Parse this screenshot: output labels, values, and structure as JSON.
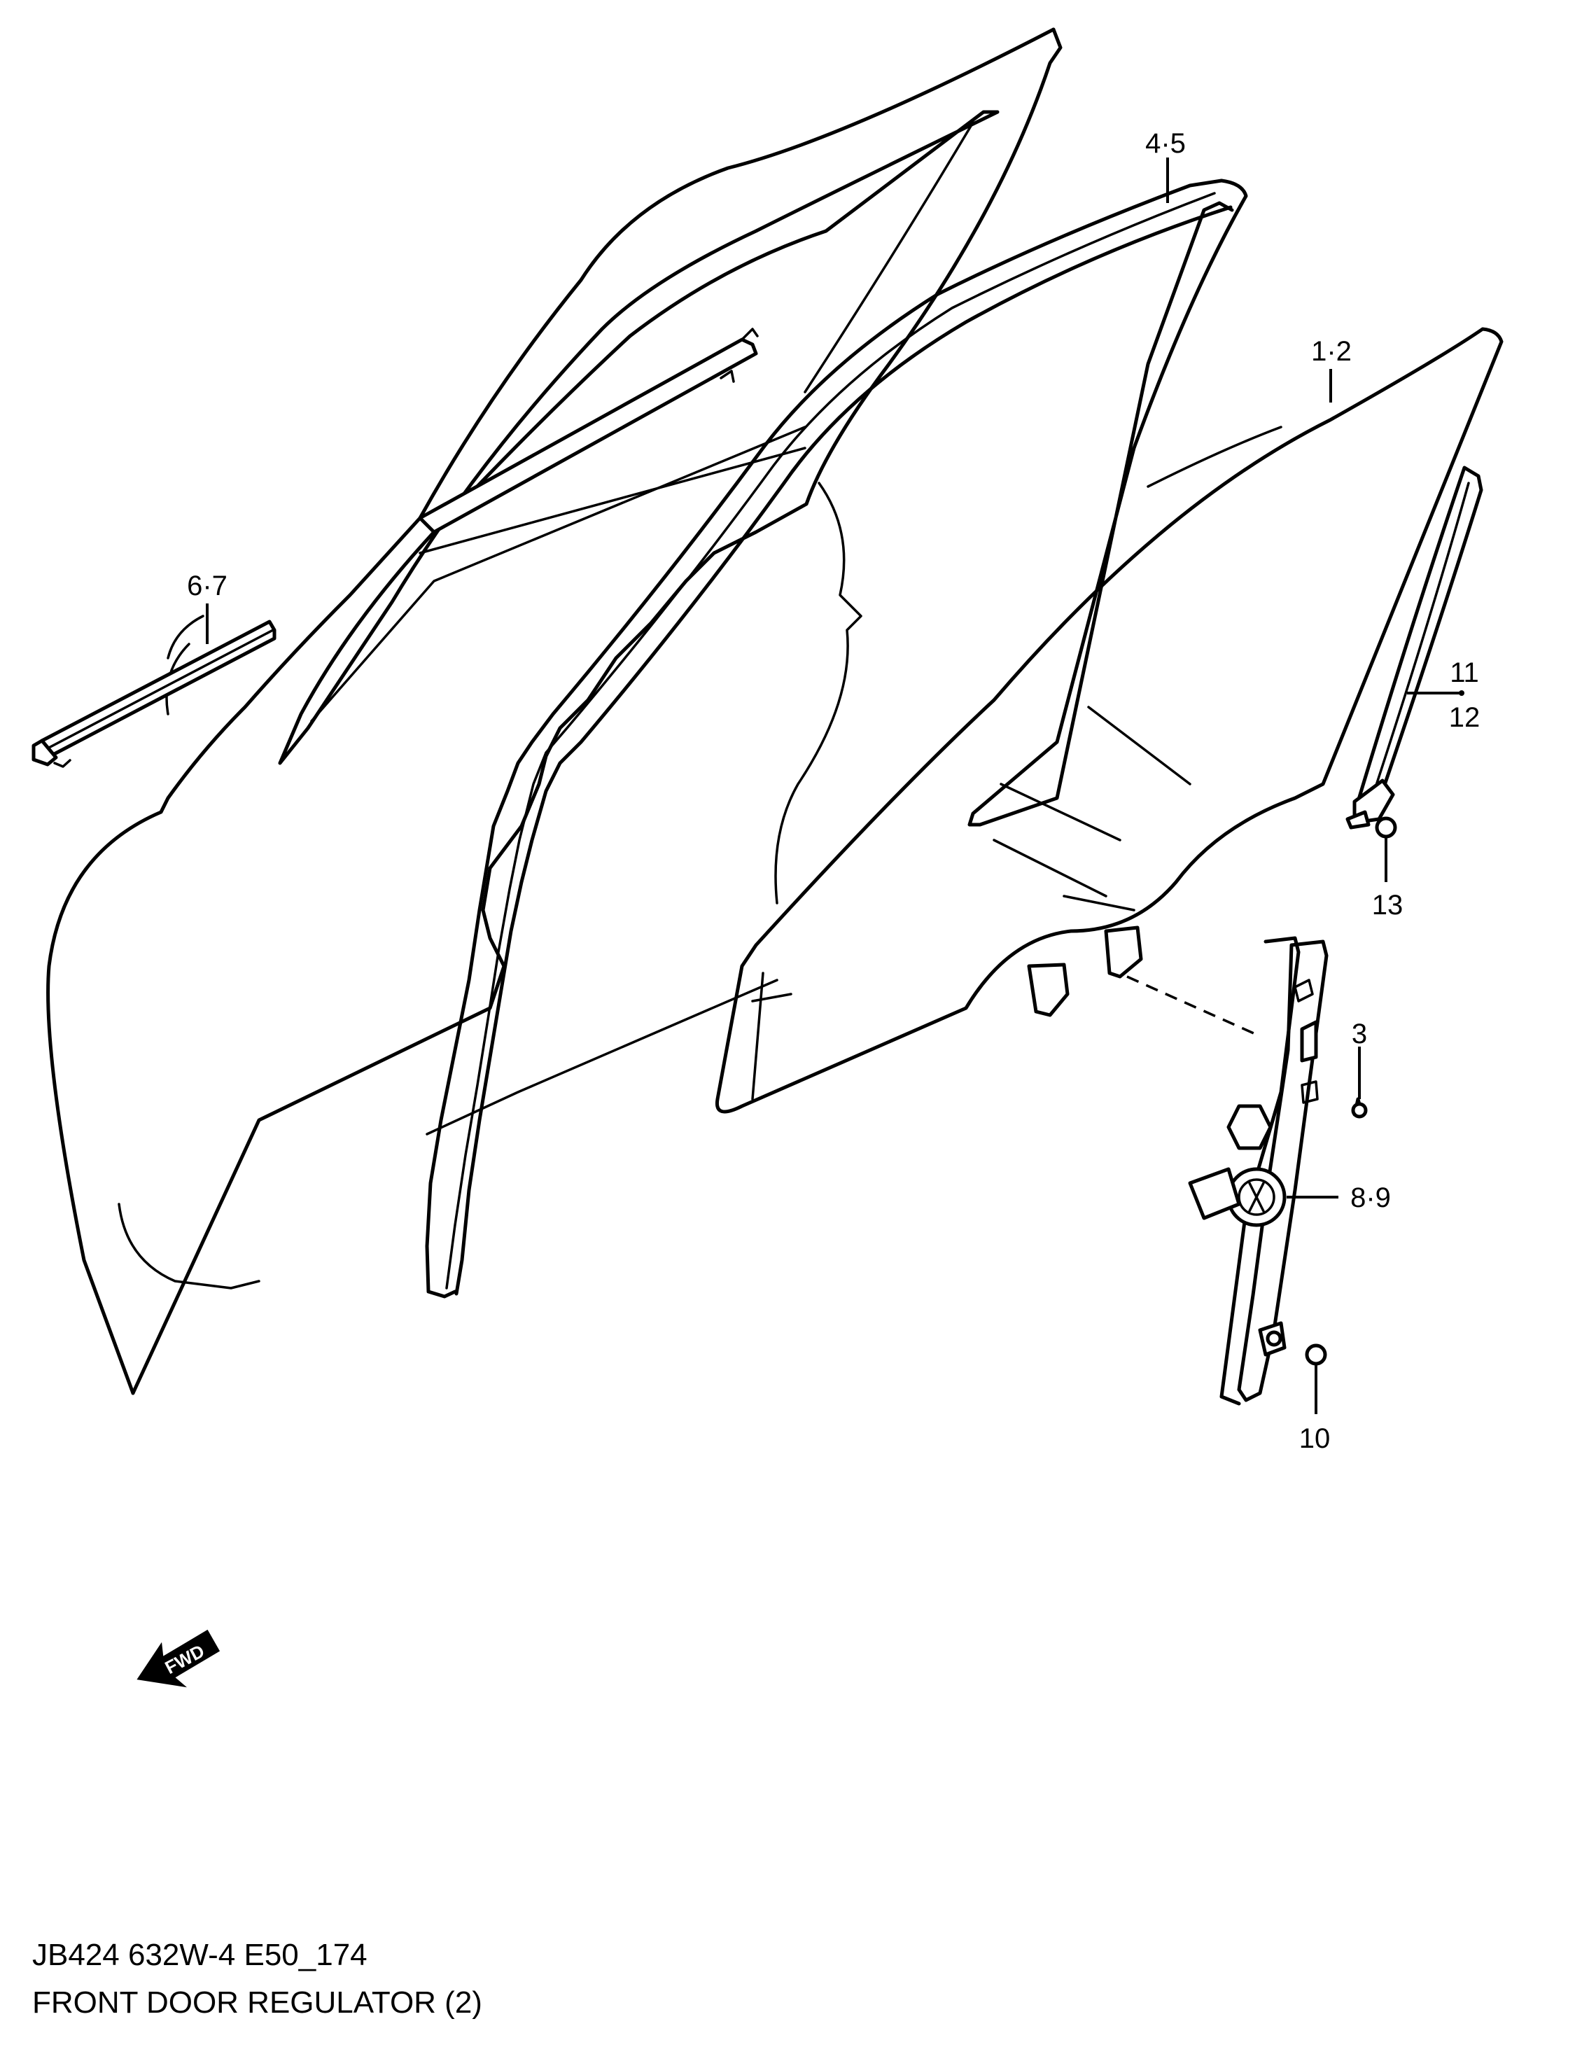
{
  "diagram": {
    "code": "JB424 632W-4 E50_174",
    "title": "FRONT DOOR REGULATOR (2)",
    "direction_label": "FWD",
    "callouts": {
      "glass": "1·2",
      "regulator_bolt": "3",
      "run_channel": "4·5",
      "outer_weatherstrip": "6·7",
      "regulator_assy": "8·9",
      "regulator_nut": "10",
      "sash_upper": "11",
      "sash_lower": "12",
      "sash_nut": "13"
    }
  }
}
